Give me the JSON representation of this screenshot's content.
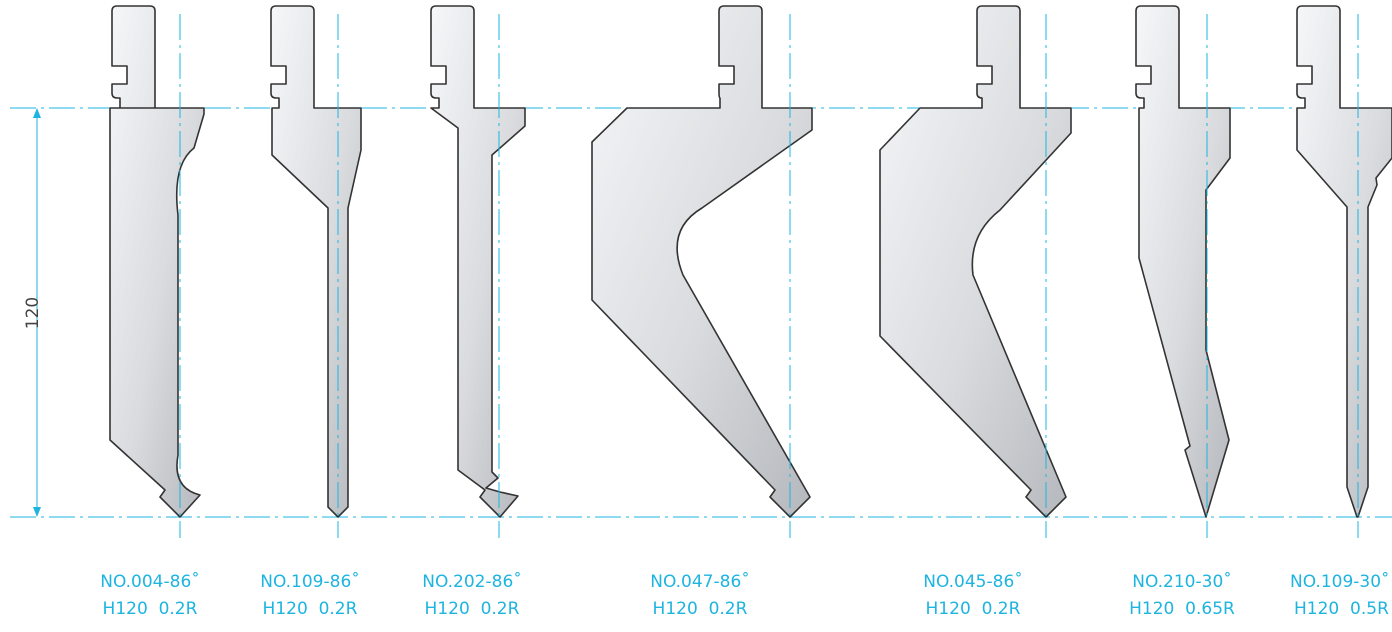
{
  "dimension": {
    "value": "120"
  },
  "tools": [
    {
      "code": "NO.004-86˚",
      "spec": "H120  0.2R"
    },
    {
      "code": "NO.109-86˚",
      "spec": "H120  0.2R"
    },
    {
      "code": "NO.202-86˚",
      "spec": "H120  0.2R"
    },
    {
      "code": "NO.047-86˚",
      "spec": "H120  0.2R"
    },
    {
      "code": "NO.045-86˚",
      "spec": "H120  0.2R"
    },
    {
      "code": "NO.210-30˚",
      "spec": "H120  0.65R"
    },
    {
      "code": "NO.109-30˚",
      "spec": "H120  0.5R"
    }
  ],
  "colors": {
    "line": "#1eb4e0",
    "outline": "#333333",
    "steel_light": "#f4f5f7",
    "steel_dark": "#b9bcc1"
  }
}
